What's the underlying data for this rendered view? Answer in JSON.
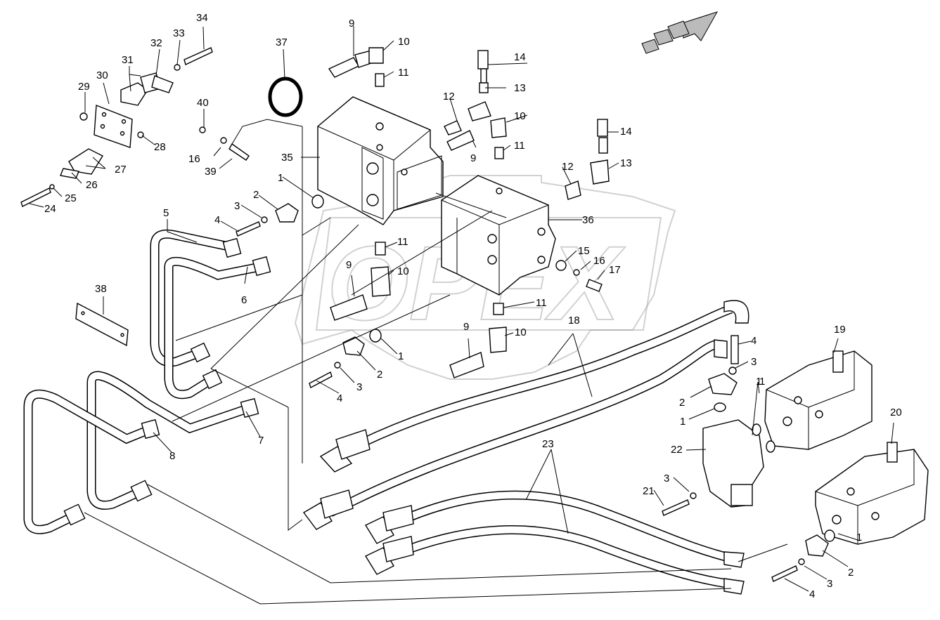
{
  "watermark": "OPEX",
  "callouts": [
    {
      "id": "c1",
      "text": "1"
    },
    {
      "id": "c1b",
      "text": "1"
    },
    {
      "id": "c1c",
      "text": "1"
    },
    {
      "id": "c1d",
      "text": "1"
    },
    {
      "id": "c1e",
      "text": "1"
    },
    {
      "id": "c1f",
      "text": "1"
    },
    {
      "id": "c2",
      "text": "2"
    },
    {
      "id": "c2b",
      "text": "2"
    },
    {
      "id": "c2c",
      "text": "2"
    },
    {
      "id": "c2d",
      "text": "2"
    },
    {
      "id": "c3",
      "text": "3"
    },
    {
      "id": "c3b",
      "text": "3"
    },
    {
      "id": "c3c",
      "text": "3"
    },
    {
      "id": "c3d",
      "text": "3"
    },
    {
      "id": "c3e",
      "text": "3"
    },
    {
      "id": "c4",
      "text": "4"
    },
    {
      "id": "c4b",
      "text": "4"
    },
    {
      "id": "c4c",
      "text": "4"
    },
    {
      "id": "c4d",
      "text": "4"
    },
    {
      "id": "c5",
      "text": "5"
    },
    {
      "id": "c6",
      "text": "6"
    },
    {
      "id": "c7",
      "text": "7"
    },
    {
      "id": "c8",
      "text": "8"
    },
    {
      "id": "c9",
      "text": "9"
    },
    {
      "id": "c9b",
      "text": "9"
    },
    {
      "id": "c9c",
      "text": "9"
    },
    {
      "id": "c9d",
      "text": "9"
    },
    {
      "id": "c10",
      "text": "10"
    },
    {
      "id": "c10b",
      "text": "10"
    },
    {
      "id": "c10c",
      "text": "10"
    },
    {
      "id": "c10d",
      "text": "10"
    },
    {
      "id": "c11",
      "text": "11"
    },
    {
      "id": "c11b",
      "text": "11"
    },
    {
      "id": "c11c",
      "text": "11"
    },
    {
      "id": "c11d",
      "text": "11"
    },
    {
      "id": "c12",
      "text": "12"
    },
    {
      "id": "c12b",
      "text": "12"
    },
    {
      "id": "c13",
      "text": "13"
    },
    {
      "id": "c13b",
      "text": "13"
    },
    {
      "id": "c14",
      "text": "14"
    },
    {
      "id": "c14b",
      "text": "14"
    },
    {
      "id": "c15",
      "text": "15"
    },
    {
      "id": "c16",
      "text": "16"
    },
    {
      "id": "c16b",
      "text": "16"
    },
    {
      "id": "c17",
      "text": "17"
    },
    {
      "id": "c18",
      "text": "18"
    },
    {
      "id": "c19",
      "text": "19"
    },
    {
      "id": "c20",
      "text": "20"
    },
    {
      "id": "c21",
      "text": "21"
    },
    {
      "id": "c22",
      "text": "22"
    },
    {
      "id": "c23",
      "text": "23"
    },
    {
      "id": "c24",
      "text": "24"
    },
    {
      "id": "c25",
      "text": "25"
    },
    {
      "id": "c26",
      "text": "26"
    },
    {
      "id": "c27",
      "text": "27"
    },
    {
      "id": "c28",
      "text": "28"
    },
    {
      "id": "c29",
      "text": "29"
    },
    {
      "id": "c30",
      "text": "30"
    },
    {
      "id": "c31",
      "text": "31"
    },
    {
      "id": "c32",
      "text": "32"
    },
    {
      "id": "c33",
      "text": "33"
    },
    {
      "id": "c34",
      "text": "34"
    },
    {
      "id": "c35",
      "text": "35"
    },
    {
      "id": "c36",
      "text": "36"
    },
    {
      "id": "c37",
      "text": "37"
    },
    {
      "id": "c38",
      "text": "38"
    },
    {
      "id": "c39",
      "text": "39"
    },
    {
      "id": "c40",
      "text": "40"
    }
  ]
}
